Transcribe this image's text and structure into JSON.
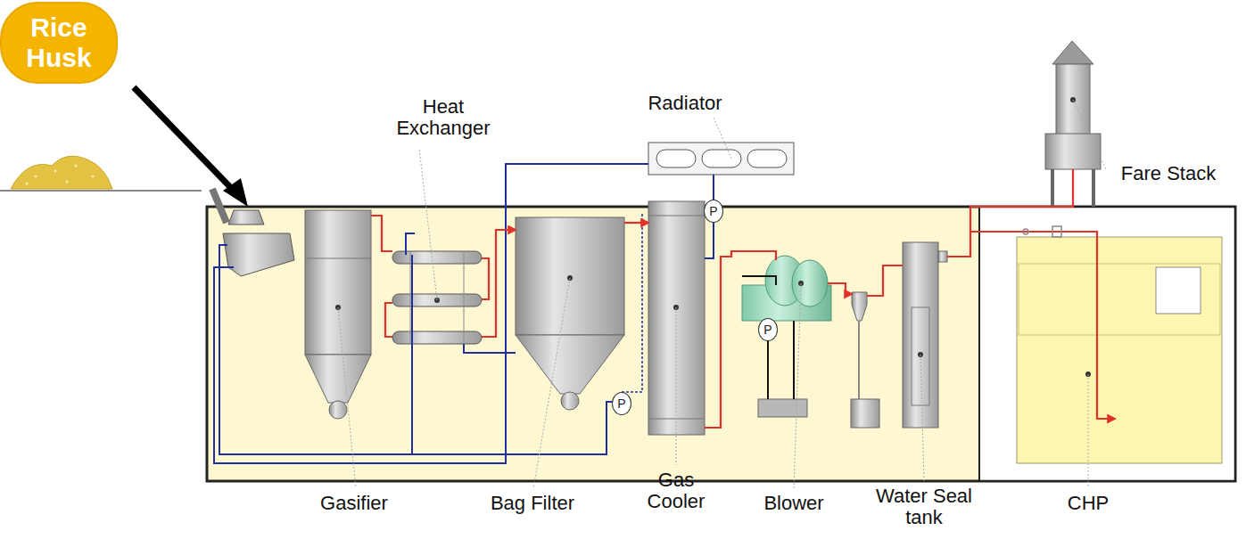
{
  "diagram": {
    "nodes": [
      {
        "text": [
          "Rice Husk"
        ]
      },
      {
        "text": [
          "P"
        ]
      },
      {
        "text": [
          "P"
        ]
      },
      {
        "text": [
          "P"
        ]
      }
    ],
    "labels": [
      "Heat Exchanger",
      "Radiator",
      "Fare Stack",
      "Gasifier",
      "Bag Filter",
      "Gas Cooler",
      "Blower",
      "Water Seal tank",
      "CHP"
    ]
  }
}
